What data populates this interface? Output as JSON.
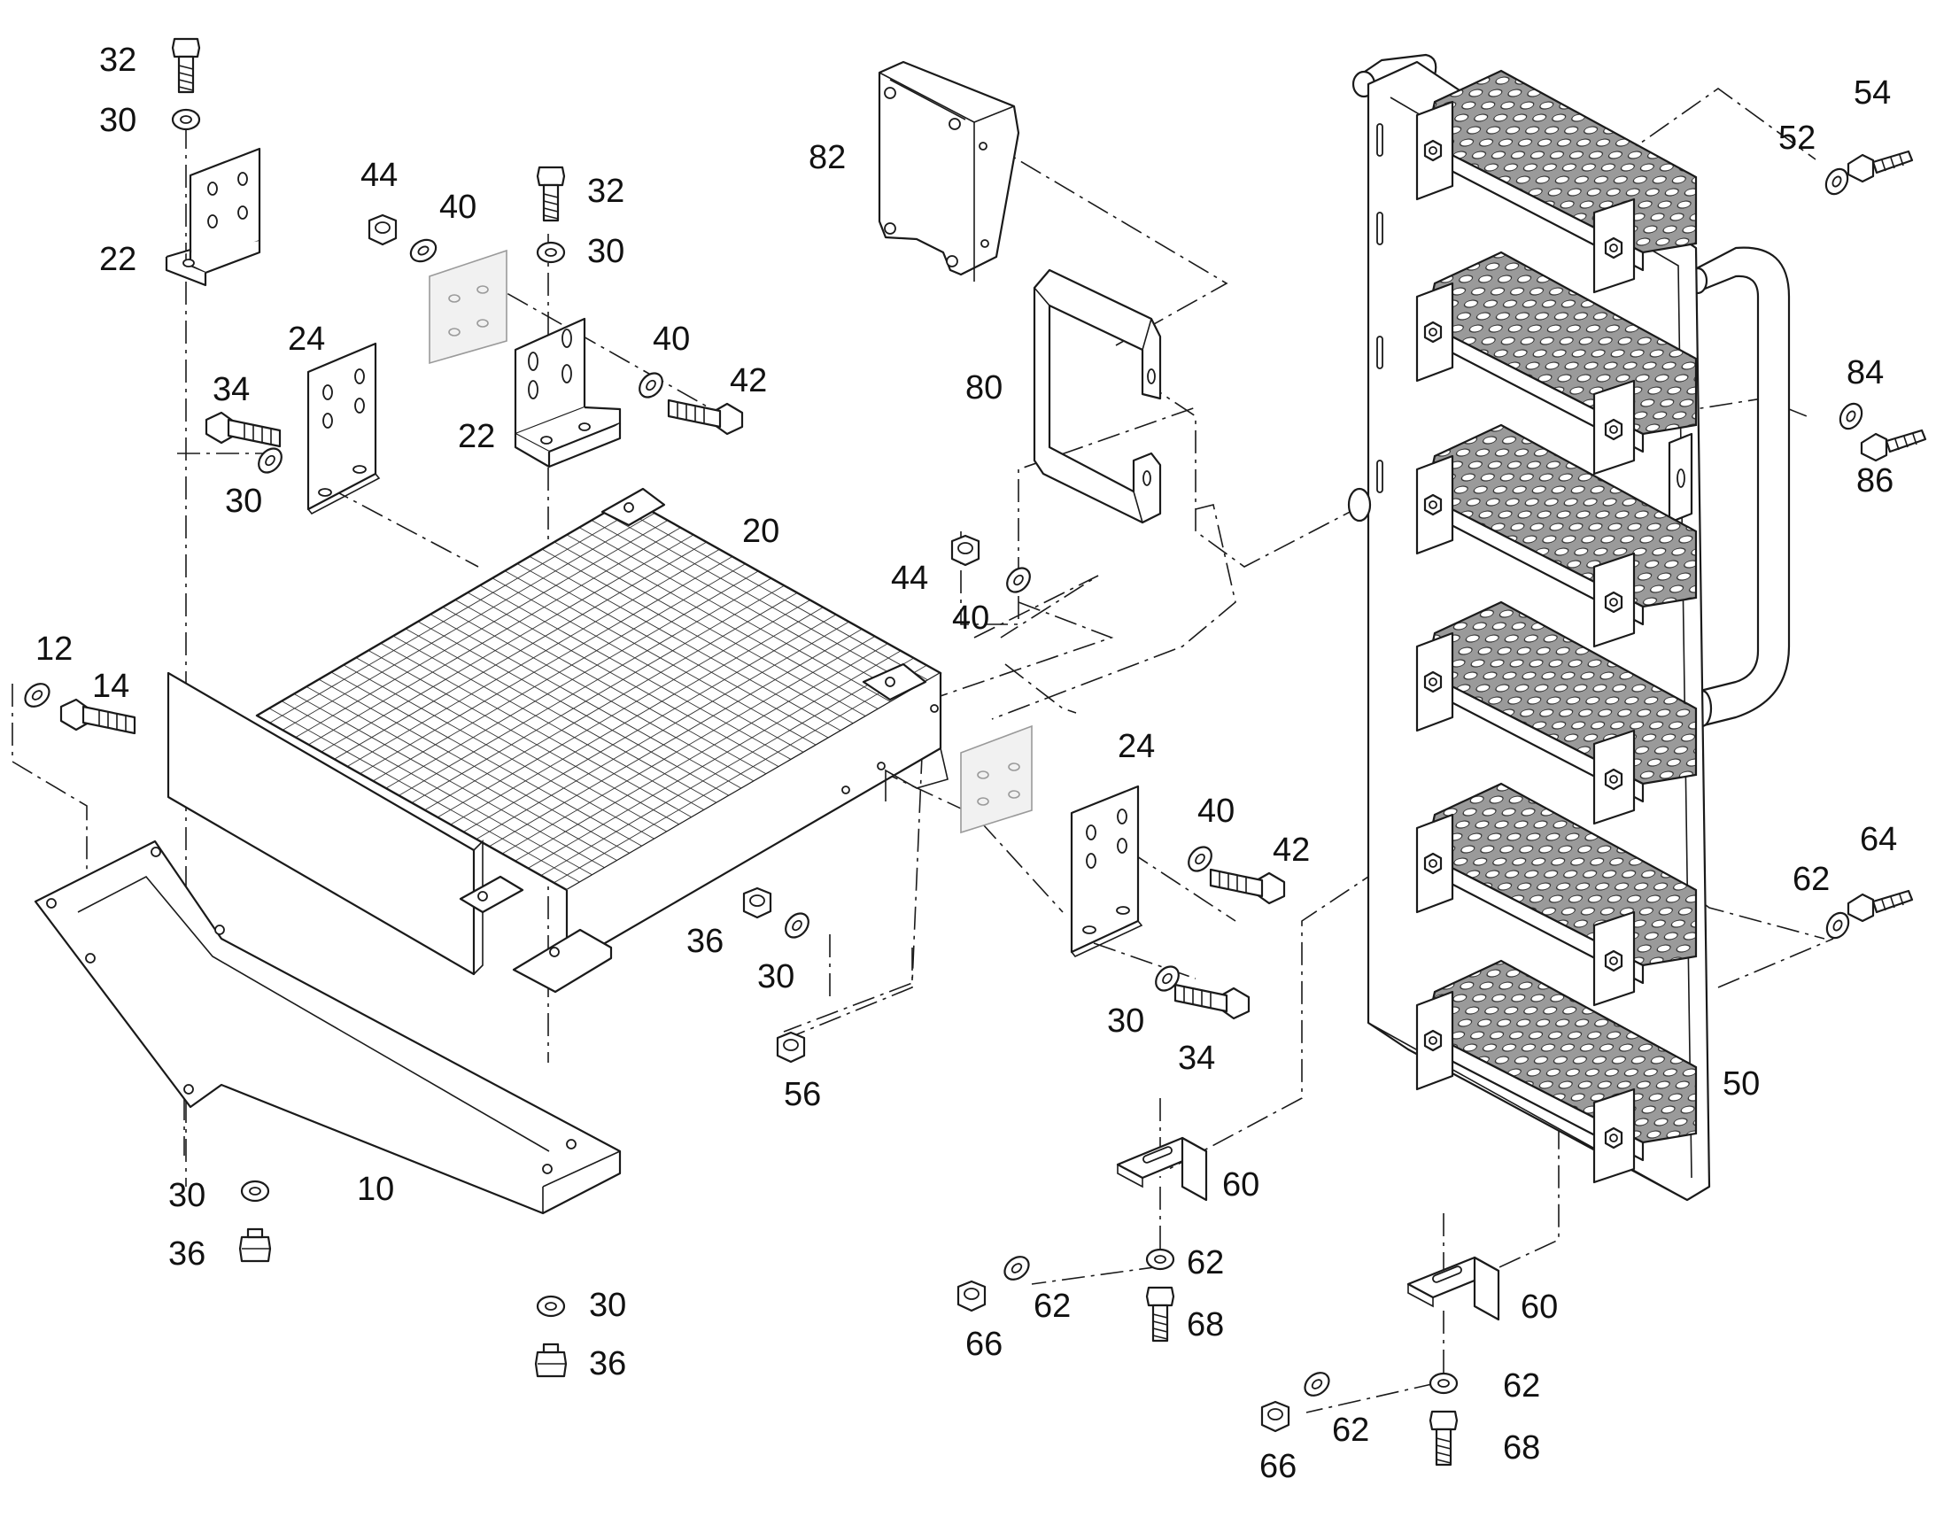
{
  "labels": {
    "n32a": "32",
    "n30a": "30",
    "n22a": "22",
    "n24a": "24",
    "n34a": "34",
    "n30b": "30",
    "n44a": "44",
    "n40a": "40",
    "n32b": "32",
    "n30c": "30",
    "n40b": "40",
    "n42a": "42",
    "n22b": "22",
    "n20": "20",
    "n12": "12",
    "n14": "14",
    "n10": "10",
    "n30d": "30",
    "n36a": "36",
    "n30e": "30",
    "n36b": "36",
    "n82": "82",
    "n80": "80",
    "n44b": "44",
    "n40c": "40",
    "n24b": "24",
    "n40d": "40",
    "n42b": "42",
    "n36c": "36",
    "n30f": "30",
    "n30g": "30",
    "n34b": "34",
    "n56": "56",
    "n54": "54",
    "n52": "52",
    "n84": "84",
    "n86": "86",
    "n64": "64",
    "n62a": "62",
    "n50": "50",
    "n60a": "60",
    "n62b": "62",
    "n62c": "62",
    "n68a": "68",
    "n66a": "66",
    "n60b": "60",
    "n62d": "62",
    "n62e": "62",
    "n68b": "68",
    "n66b": "66"
  },
  "colors": {
    "line": "#1a1a1a",
    "tread": "#bdbdbd",
    "ghost": "#f1f1f1"
  }
}
